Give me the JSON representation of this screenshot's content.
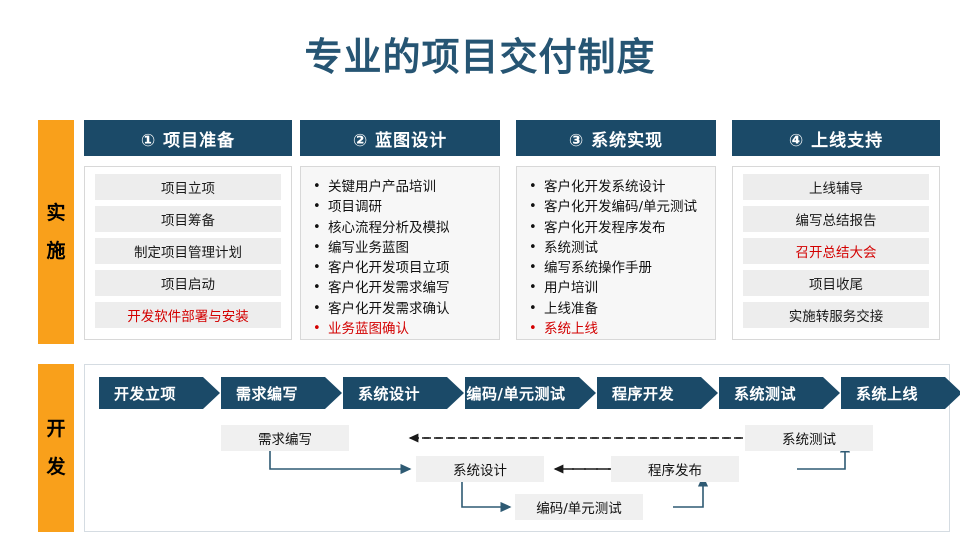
{
  "title": "专业的项目交付制度",
  "colors": {
    "navy": "#1B4A68",
    "orange": "#F9A01B",
    "highlight_red": "#D30000",
    "title": "#265573",
    "item_bg": "#EDEDED"
  },
  "implementation": {
    "rail_label_chars": [
      "实",
      "施"
    ],
    "columns": [
      {
        "header": "① 项目准备",
        "style": "boxes",
        "items": [
          {
            "text": "项目立项",
            "highlight": false
          },
          {
            "text": "项目筹备",
            "highlight": false
          },
          {
            "text": "制定项目管理计划",
            "highlight": false
          },
          {
            "text": "项目启动",
            "highlight": false
          },
          {
            "text": "开发软件部署与安装",
            "highlight": true
          }
        ]
      },
      {
        "header": "② 蓝图设计",
        "style": "bullets",
        "items": [
          {
            "text": "关键用户产品培训",
            "highlight": false
          },
          {
            "text": "项目调研",
            "highlight": false
          },
          {
            "text": "核心流程分析及模拟",
            "highlight": false
          },
          {
            "text": "编写业务蓝图",
            "highlight": false
          },
          {
            "text": "客户化开发项目立项",
            "highlight": false
          },
          {
            "text": "客户化开发需求编写",
            "highlight": false
          },
          {
            "text": "客户化开发需求确认",
            "highlight": false
          },
          {
            "text": "业务蓝图确认",
            "highlight": true
          }
        ]
      },
      {
        "header": "③ 系统实现",
        "style": "bullets",
        "items": [
          {
            "text": "客户化开发系统设计",
            "highlight": false
          },
          {
            "text": "客户化开发编码/单元测试",
            "highlight": false
          },
          {
            "text": "客户化开发程序发布",
            "highlight": false
          },
          {
            "text": "系统测试",
            "highlight": false
          },
          {
            "text": "编写系统操作手册",
            "highlight": false
          },
          {
            "text": "用户培训",
            "highlight": false
          },
          {
            "text": "上线准备",
            "highlight": false
          },
          {
            "text": "系统上线",
            "highlight": true
          }
        ]
      },
      {
        "header": "④ 上线支持",
        "style": "boxes",
        "items": [
          {
            "text": "上线辅导",
            "highlight": false
          },
          {
            "text": "编写总结报告",
            "highlight": false
          },
          {
            "text": "召开总结大会",
            "highlight": true
          },
          {
            "text": "项目收尾",
            "highlight": false
          },
          {
            "text": "实施转服务交接",
            "highlight": false
          }
        ]
      }
    ]
  },
  "development": {
    "rail_label_chars": [
      "开",
      "发"
    ],
    "phases": [
      "开发立项",
      "需求编写",
      "系统设计",
      "编码/单元测试",
      "程序开发",
      "系统测试",
      "系统上线"
    ],
    "flow_boxes": [
      {
        "text": "需求编写"
      },
      {
        "text": "系统设计"
      },
      {
        "text": "编码/单元测试"
      },
      {
        "text": "程序发布"
      },
      {
        "text": "系统测试"
      }
    ]
  }
}
